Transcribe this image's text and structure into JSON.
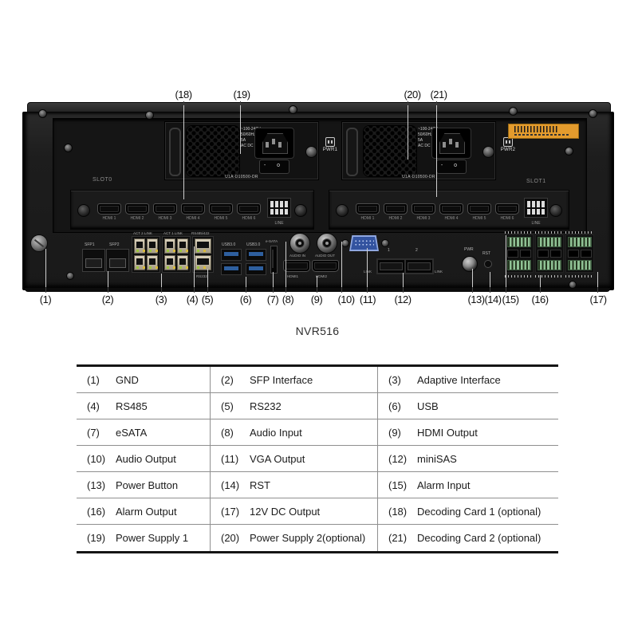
{
  "device": {
    "model": "NVR516",
    "slot0": "SLOT0",
    "slot1": "SLOT1",
    "psu": {
      "spec": [
        "~100-240V",
        "50/60Hz",
        "5A",
        "AC  DC"
      ],
      "part": "U1A-D10500-DR",
      "switch_marks": "- o"
    },
    "psu1_label": "PWR1",
    "psu2_label": "PWR2",
    "card": {
      "ports": [
        "HDMI 1",
        "HDMI 2",
        "HDMI 3",
        "HDMI 4",
        "HDMI 5",
        "HDMI 6"
      ],
      "line": "LINE"
    },
    "io": {
      "sfp1": "SFP1",
      "sfp2": "SFP2",
      "eth1": "ACT 2 LINK",
      "eth2": "ACT 1 LINK",
      "rs485": "RS485/422",
      "rs232": "RS232",
      "usb1": "USB3.0",
      "usb2": "USB3.0",
      "esata": "e-SATA",
      "audio_in": "AUDIO IN",
      "audio_out": "AUDIO OUT",
      "hdmi1": "HDMI1",
      "hdmi2": "HDMI2",
      "sas1": "1",
      "sas2": "2",
      "link_l": "LINK",
      "link_r": "LINK",
      "pwr": "PWR",
      "rst": "RST"
    }
  },
  "colors": {
    "chassis": "#1d1d1d",
    "usb_blue": "#2e5f9e",
    "vga_blue": "#33539f",
    "terminal_green": "#8fc194",
    "sticker_orange": "#e39b2d"
  },
  "icons": {
    "power_badge": "square-plug-icon",
    "fan": "hex-hole-grille",
    "ground": "slotted-screw"
  },
  "callouts": {
    "top": [
      {
        "t": "(18)"
      },
      {
        "t": "(19)"
      },
      {
        "t": "(20)"
      },
      {
        "t": "(21)"
      }
    ],
    "bottom": [
      {
        "t": "(1)"
      },
      {
        "t": "(2)"
      },
      {
        "t": "(3)"
      },
      {
        "t": "(4)"
      },
      {
        "t": "(5)"
      },
      {
        "t": "(6)"
      },
      {
        "t": "(7)"
      },
      {
        "t": "(8)"
      },
      {
        "t": "(9)"
      },
      {
        "t": "(10)"
      },
      {
        "t": "(11)"
      },
      {
        "t": "(12)"
      },
      {
        "t": "(13)"
      },
      {
        "t": "(14)"
      },
      {
        "t": "(15)"
      },
      {
        "t": "(16)"
      },
      {
        "t": "(17)"
      }
    ]
  },
  "legend": {
    "rows": [
      [
        {
          "num": "(1)",
          "label": "GND"
        },
        {
          "num": "(2)",
          "label": "SFP Interface"
        },
        {
          "num": "(3)",
          "label": "Adaptive Interface"
        }
      ],
      [
        {
          "num": "(4)",
          "label": "RS485"
        },
        {
          "num": "(5)",
          "label": "RS232"
        },
        {
          "num": "(6)",
          "label": "USB"
        }
      ],
      [
        {
          "num": "(7)",
          "label": "eSATA"
        },
        {
          "num": "(8)",
          "label": "Audio Input"
        },
        {
          "num": "(9)",
          "label": "HDMI Output"
        }
      ],
      [
        {
          "num": "(10)",
          "label": "Audio Output"
        },
        {
          "num": "(11)",
          "label": "VGA Output"
        },
        {
          "num": "(12)",
          "label": "miniSAS"
        }
      ],
      [
        {
          "num": "(13)",
          "label": "Power Button"
        },
        {
          "num": "(14)",
          "label": "RST"
        },
        {
          "num": "(15)",
          "label": "Alarm Input"
        }
      ],
      [
        {
          "num": "(16)",
          "label": "Alarm Output"
        },
        {
          "num": "(17)",
          "label": "12V DC Output"
        },
        {
          "num": "(18)",
          "label": "Decoding Card 1 (optional)"
        }
      ],
      [
        {
          "num": "(19)",
          "label": "Power Supply 1"
        },
        {
          "num": "(20)",
          "label": "Power Supply 2(optional)"
        },
        {
          "num": "(21)",
          "label": "Decoding Card 2 (optional)"
        }
      ]
    ]
  }
}
